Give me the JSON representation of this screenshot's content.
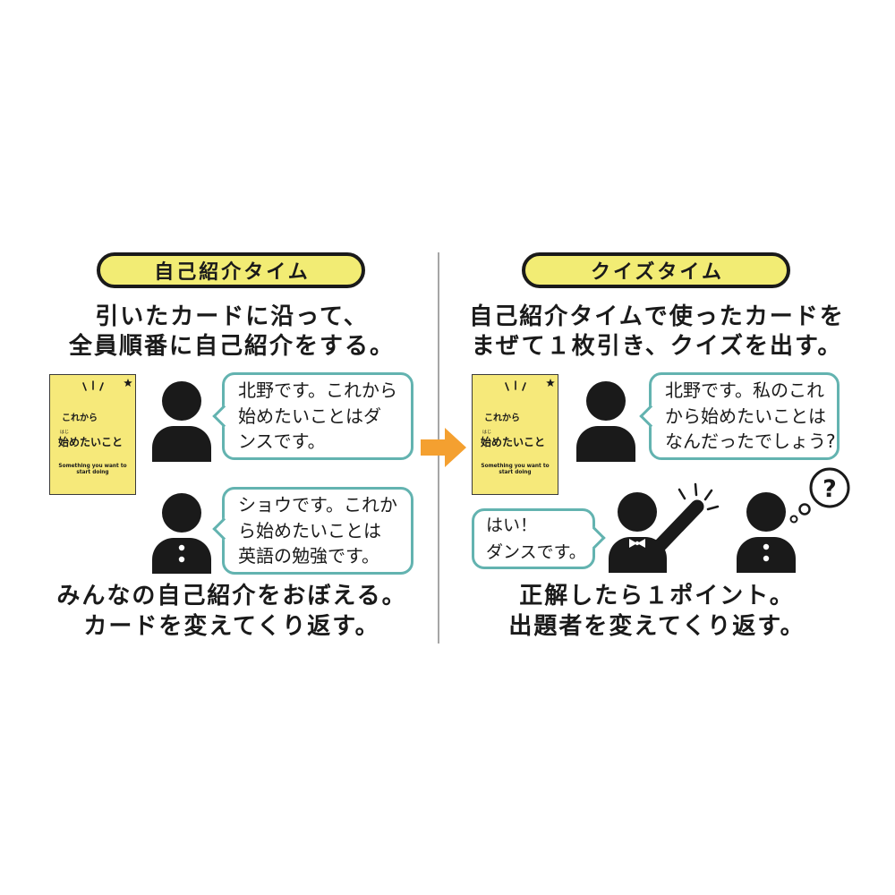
{
  "colors": {
    "background": "#ffffff",
    "ink": "#1a1a1a",
    "pill_fill": "#f2ec74",
    "card_fill": "#f6e97a",
    "bubble_border": "#63b3b0",
    "arrow": "#f4a030",
    "divider": "#777777"
  },
  "icons": {
    "transition": "arrow-right-icon",
    "speaker": "person-icon",
    "answerer": "person-raising-hand-icon",
    "quiz_master": "person-thinking-icon",
    "thought": "thought-bubble-icon",
    "card_corner": "star-icon",
    "card_top": "card-sparkle-icon"
  },
  "card": {
    "title_line_1": "これから",
    "title_ruby": "はじ",
    "title_line_2": "始めたいこと",
    "subtitle_line_1": "Something you want to",
    "subtitle_line_2": "start doing"
  },
  "self_intro": {
    "label": "自己紹介タイム",
    "heading": [
      "引いたカードに沿って、",
      "全員順番に自己紹介をする。"
    ],
    "bubble_kitano": [
      "北野です。これから",
      "始めたいことはダ",
      "ンスです。"
    ],
    "bubble_shou": [
      "ショウです。これか",
      "ら始めたいことは",
      "英語の勉強です。"
    ],
    "footer": [
      "みんなの自己紹介をおぼえる。",
      "カードを変えてくり返す。"
    ]
  },
  "quiz": {
    "label": "クイズタイム",
    "heading": [
      "自己紹介タイムで使ったカードを",
      "まぜて１枚引き、クイズを出す。"
    ],
    "bubble_question": [
      "北野です。私のこれ",
      "から始めたいことは",
      "なんだったでしょう?"
    ],
    "bubble_answer": [
      "はい！",
      "ダンスです。"
    ],
    "thought_mark": "?",
    "footer": [
      "正解したら１ポイント。",
      "出題者を変えてくり返す。"
    ]
  }
}
